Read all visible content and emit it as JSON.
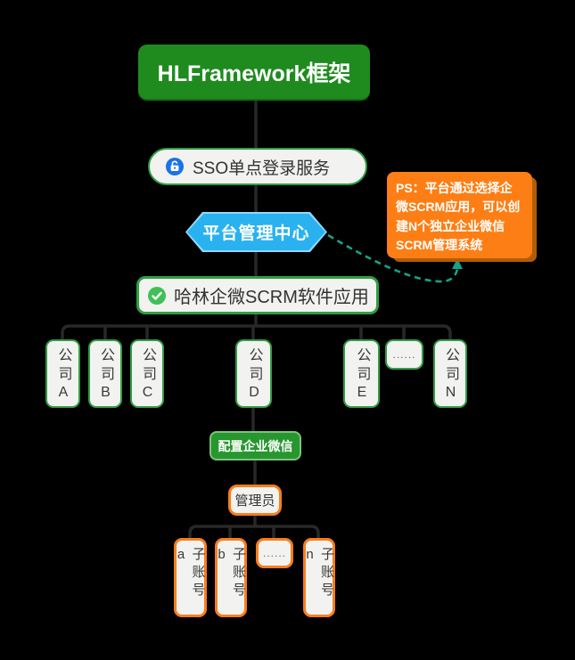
{
  "diagram": {
    "title": "HLFramework框架",
    "sso": {
      "label": "SSO单点登录服务",
      "icon": "lock"
    },
    "platform": {
      "label": "平台管理中心"
    },
    "note": {
      "label": "PS：平台通过选择企微SCRM应用，可以创建N个独立企业微信SCRM管理系统"
    },
    "app": {
      "label": "哈林企微SCRM软件应用",
      "icon": "check"
    },
    "config": {
      "label": "配置企业微信"
    },
    "admin": {
      "label": "管理员"
    }
  },
  "companies": [
    {
      "label": "公司A"
    },
    {
      "label": "公司B"
    },
    {
      "label": "公司C"
    },
    {
      "label": "公司D"
    },
    {
      "label": "公司E"
    },
    {
      "label": "......"
    },
    {
      "label": "公司N"
    }
  ],
  "subaccounts": [
    {
      "label": "子账号a"
    },
    {
      "label": "子账号b"
    },
    {
      "label": "......"
    },
    {
      "label": "子账号n"
    }
  ],
  "colors": {
    "background": "#000000",
    "green_fill": "#1f8b1f",
    "green_border": "#2f9e44",
    "config_green": "#27962e",
    "light_fill": "#f2f2f0",
    "hexagon_blue": "#29b2ef",
    "note_orange": "#fd7e14",
    "orange_border": "#f97d1c",
    "teal_dashed_arrow": "#18a287",
    "connector_line": "#282828",
    "lock_icon_blue": "#1a73e8",
    "check_icon_green": "#40c057"
  }
}
